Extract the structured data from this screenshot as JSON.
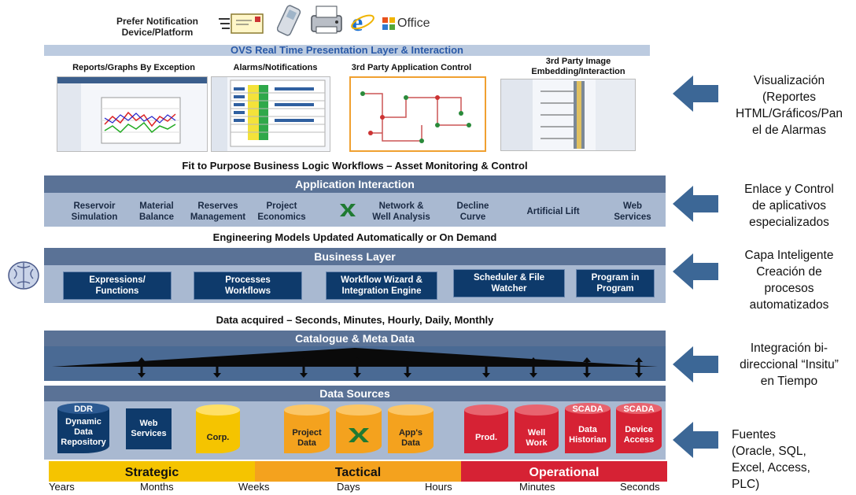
{
  "notification": {
    "label_line1": "Prefer Notification",
    "label_line2": "Device/Platform",
    "office_label": "Office"
  },
  "presentation": {
    "title": "OVS Real Time Presentation Layer & Interaction",
    "panels": [
      {
        "label": "Reports/Graphs By Exception"
      },
      {
        "label": "Alarms/Notifications"
      },
      {
        "label": "3rd Party Application Control"
      },
      {
        "label_line1": "3rd Party Image",
        "label_line2": "Embedding/Interaction"
      }
    ]
  },
  "workflow_caption": "Fit to Purpose Business Logic Workflows – Asset Monitoring & Control",
  "application": {
    "title": "Application Interaction",
    "items": [
      {
        "l1": "Reservoir",
        "l2": "Simulation"
      },
      {
        "l1": "Material",
        "l2": "Balance"
      },
      {
        "l1": "Reserves",
        "l2": "Management"
      },
      {
        "l1": "Project",
        "l2": "Economics"
      },
      {
        "l1": "Network &",
        "l2": "Well Analysis"
      },
      {
        "l1": "Decline",
        "l2": "Curve"
      },
      {
        "l1": "Artificial Lift",
        "l2": ""
      },
      {
        "l1": "Web",
        "l2": "Services"
      }
    ]
  },
  "models_caption": "Engineering Models Updated Automatically or On Demand",
  "business": {
    "title": "Business Layer",
    "items": [
      {
        "l1": "Expressions/",
        "l2": "Functions"
      },
      {
        "l1": "Processes",
        "l2": "Workflows"
      },
      {
        "l1": "Workflow Wizard &",
        "l2": "Integration Engine"
      },
      {
        "l1": "Scheduler & File",
        "l2": "Watcher"
      },
      {
        "l1": "Program in",
        "l2": "Program"
      }
    ]
  },
  "data_caption": "Data acquired – Seconds, Minutes, Hourly, Daily, Monthly",
  "catalogue": {
    "title": "Catalogue & Meta Data"
  },
  "sources": {
    "title": "Data Sources",
    "ddr": {
      "tag": "DDR",
      "l1": "Dynamic",
      "l2": "Data",
      "l3": "Repository"
    },
    "web": {
      "l1": "Web",
      "l2": "Services"
    },
    "corp": "Corp.",
    "project": {
      "l1": "Project",
      "l2": "Data"
    },
    "apps": {
      "l1": "App's",
      "l2": "Data"
    },
    "prod": "Prod.",
    "well": {
      "l1": "Well",
      "l2": "Work"
    },
    "historian": {
      "tag": "SCADA",
      "l1": "Data",
      "l2": "Historian"
    },
    "device": {
      "tag": "SCADA",
      "l1": "Device",
      "l2": "Access"
    }
  },
  "timeline": {
    "bands": [
      "Strategic",
      "Tactical",
      "Operational"
    ],
    "ticks": [
      "Years",
      "Months",
      "Weeks",
      "Days",
      "Hours",
      "Minutes",
      "Seconds"
    ]
  },
  "annotations": [
    {
      "lines": [
        "Visualización",
        "(Reportes",
        "HTML/Gráficos/Pan",
        "el de Alarmas"
      ]
    },
    {
      "lines": [
        "Enlace y Control",
        "de aplicativos",
        "especializados"
      ]
    },
    {
      "lines": [
        "Capa Inteligente",
        "Creación de",
        "procesos",
        "automatizados"
      ]
    },
    {
      "lines": [
        "Integración  bi-",
        "direccional “Insitu”",
        "en Tiempo"
      ]
    },
    {
      "lines": [
        "Fuentes",
        "(Oracle, SQL,",
        "Excel, Access,",
        "PLC)"
      ]
    }
  ],
  "colors": {
    "dark_blue": "#0e3a6b",
    "steel_blue": "#5a7296",
    "light_blue": "#a9b9d1",
    "yellow": "#f5c400",
    "orange": "#f4a21e",
    "red": "#d62234",
    "arrow": "#3c6796"
  },
  "icons": [
    "envelope-icon",
    "phone-icon",
    "fax-icon",
    "ie-icon",
    "office-icon",
    "brain-icon",
    "excel-icon"
  ]
}
